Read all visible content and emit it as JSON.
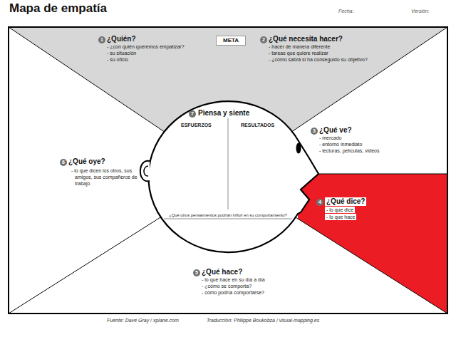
{
  "diagram": {
    "title": "Mapa de empatía",
    "nodes": [
      {
        "text": [
          "¿Quién?",
          "- ¿con quién queremos empatizar?",
          "- su situación",
          "- su oficio"
        ]
      },
      {
        "text": [
          "META"
        ]
      },
      {
        "text": [
          "¿Qué necesita hacer?",
          "- hacer de manera diferente",
          "- tareas que quiere realizar",
          "- ¿cómo sabrá si ha conseguido su objetivo?"
        ]
      },
      {
        "text": [
          "¿Qué ve?",
          "- mercado",
          "- entorno inmediato",
          "- lecturas, películas, videos"
        ]
      },
      {
        "text": [
          "¿Qué dice?",
          "- lo que dice",
          "- lo que hace"
        ]
      },
      {
        "text": [
          "¿Qué hace?",
          "- lo que hace en su día a día",
          "- ¿cómo se comporta?",
          "- cómo podría comportarse?"
        ]
      },
      {
        "text": [
          "¿Qué oye?",
          "- lo que dicen los otros, sus amigos, sus compañeros de trabajo"
        ]
      },
      {
        "text": [
          "Piensa y siente",
          "ESFUERZOS",
          "RESULTADOS",
          "¿Qué otros pensamientos podrían influir en su comportamiento?"
        ]
      }
    ],
    "labels": [
      "Fecha:",
      "Versión:",
      "1",
      "2",
      "3",
      "4",
      "5",
      "6",
      "7",
      "Fuente: Dave Gray / xplane.com",
      "Traducción: Philippe Boukobza / visual-mapping.es"
    ]
  }
}
